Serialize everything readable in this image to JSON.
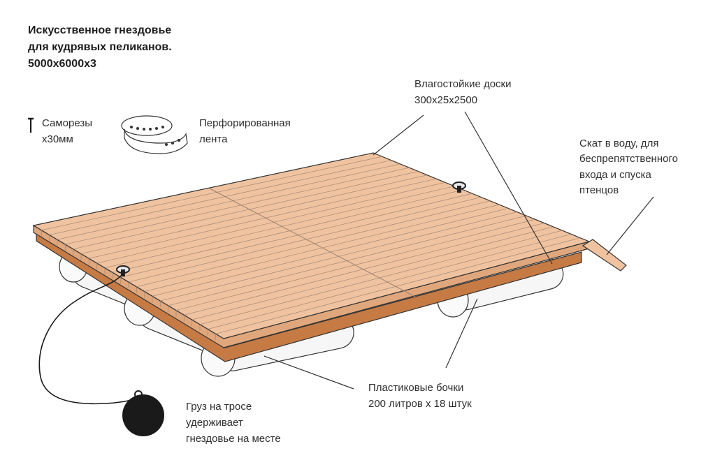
{
  "title": {
    "line1": "Искусственное гнездовье",
    "line2": "для кудрявых пеликанов.",
    "line3": "5000х6000х3"
  },
  "labels": {
    "screws": {
      "line1": "Саморезы",
      "line2": "х30мм"
    },
    "tape": {
      "line1": "Перфорированная",
      "line2": "лента"
    },
    "boards": {
      "line1": "Влагостойкие доски",
      "line2": "300х25х2500"
    },
    "ramp": {
      "line1": "Скат в воду, для",
      "line2": "беспрепятственного",
      "line3": "входа и спуска",
      "line4": "птенцов"
    },
    "barrels": {
      "line1": "Пластиковые бочки",
      "line2": "200 литров х 18 штук"
    },
    "weight": {
      "line1": "Груз на тросе",
      "line2": "удерживает",
      "line3": "гнездовье на месте"
    }
  },
  "colors": {
    "deck": "#f0c3a0",
    "deck_edge": "#e0a77c",
    "frame": "#c67a44",
    "barrel": "#f6f6f6",
    "weight": "#1a1a1a",
    "outline": "#333333"
  }
}
